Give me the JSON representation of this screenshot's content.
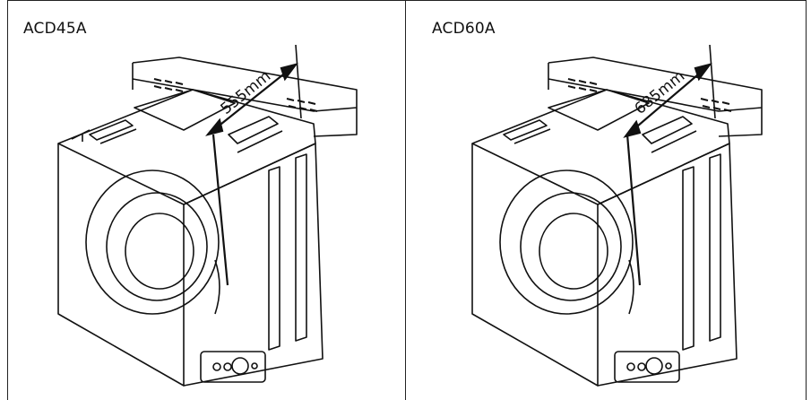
{
  "panels": [
    {
      "model": "ACD45A",
      "dimension": "555mm"
    },
    {
      "model": "ACD60A",
      "dimension": "685mm"
    }
  ],
  "colors": {
    "stroke": "#111111",
    "background": "#ffffff"
  },
  "icons": [
    "dryer-illustration",
    "dimension-arrow-icon",
    "control-knob-icon"
  ]
}
